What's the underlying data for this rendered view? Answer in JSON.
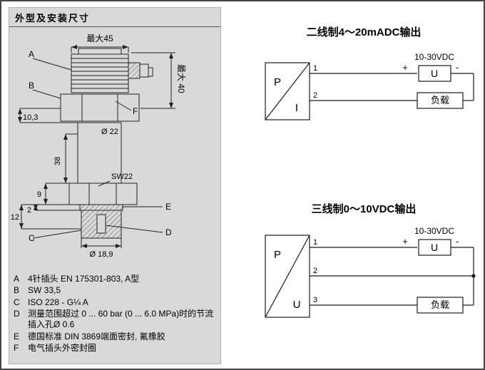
{
  "outline_panel": {
    "title": "外型及安装尺寸",
    "dimensions": {
      "max_width": "最大45",
      "max_height": "最大 40",
      "nut_height": "10,3",
      "body_dia": "Ø 22",
      "body_len": "38",
      "hex_size": "SW22",
      "hex_h": "9",
      "thread_len": "12",
      "seal_t": "2",
      "thread_dia": "Ø 18,9"
    },
    "callouts": {
      "A": "A",
      "B": "B",
      "C": "C",
      "D": "D",
      "E": "E",
      "F": "F"
    },
    "legend": [
      {
        "key": "A",
        "text": "4针插头 EN 175301-803,  A型"
      },
      {
        "key": "B",
        "text": "SW 33,5"
      },
      {
        "key": "C",
        "text": "ISO 228 - G¼ A"
      },
      {
        "key": "D",
        "text": "测量范围超过 0 ... 60 bar (0 ... 6.0 MPa)时的节流插入孔Ø 0.6"
      },
      {
        "key": "E",
        "text": "德国标准 DIN 3869端面密封, 氟橡胶"
      },
      {
        "key": "F",
        "text": "电气插头外密封圈"
      }
    ]
  },
  "wiring_two_wire": {
    "title": "二线制4～20mADC输出",
    "supply_label": "10-30VDC",
    "plus": "+",
    "minus": "-",
    "box_top": "P",
    "box_bottom": "I",
    "terminal_1": "1",
    "terminal_2": "2",
    "supply_box": "U",
    "load_box": "负载"
  },
  "wiring_three_wire": {
    "title": "三线制0～10VDC输出",
    "supply_label": "10-30VDC",
    "plus": "+",
    "minus": "-",
    "box_top": "P",
    "box_bottom": "U",
    "terminal_1": "1",
    "terminal_2": "2",
    "terminal_3": "3",
    "supply_box": "U",
    "load_box": "负载"
  }
}
